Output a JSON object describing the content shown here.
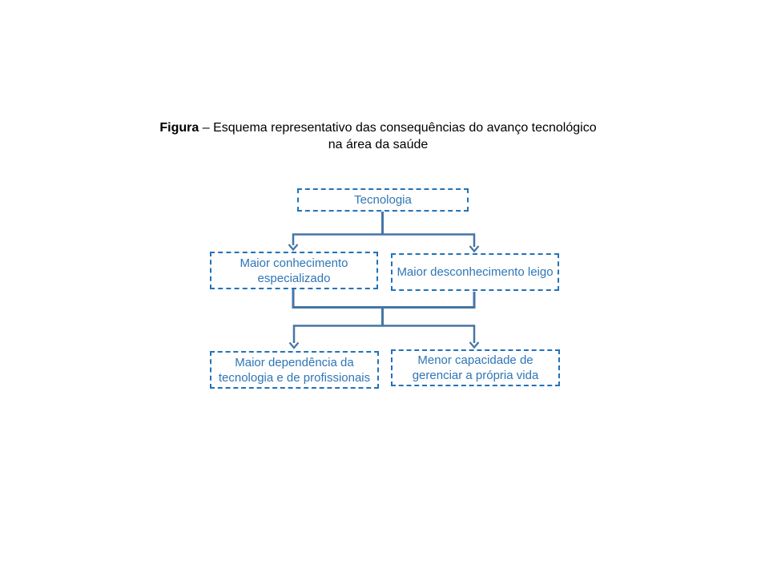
{
  "caption": {
    "bold": "Figura",
    "rest": " – Esquema representativo das consequências do avanço tecnológico na área da saúde"
  },
  "diagram": {
    "nodes": [
      {
        "id": "tecnologia",
        "label": "Tecnologia"
      },
      {
        "id": "conhecimento",
        "label": "Maior conhecimento especializado"
      },
      {
        "id": "desconhecimento",
        "label": "Maior desconhecimento leigo"
      },
      {
        "id": "dependencia",
        "label": "Maior dependência da tecnologia e de profissionais"
      },
      {
        "id": "capacidade",
        "label": "Menor capacidade de gerenciar a própria vida"
      }
    ],
    "edges": [
      {
        "from": "tecnologia",
        "to": "conhecimento"
      },
      {
        "from": "tecnologia",
        "to": "desconhecimento"
      },
      {
        "from": "conhecimento + desconhecimento",
        "to": "dependencia"
      },
      {
        "from": "conhecimento + desconhecimento",
        "to": "capacidade"
      }
    ],
    "colors": {
      "box_border": "#2273b8",
      "box_text": "#2e76b6",
      "connector": "#4576a6",
      "caption_text": "#000000",
      "background": "#ffffff"
    }
  }
}
